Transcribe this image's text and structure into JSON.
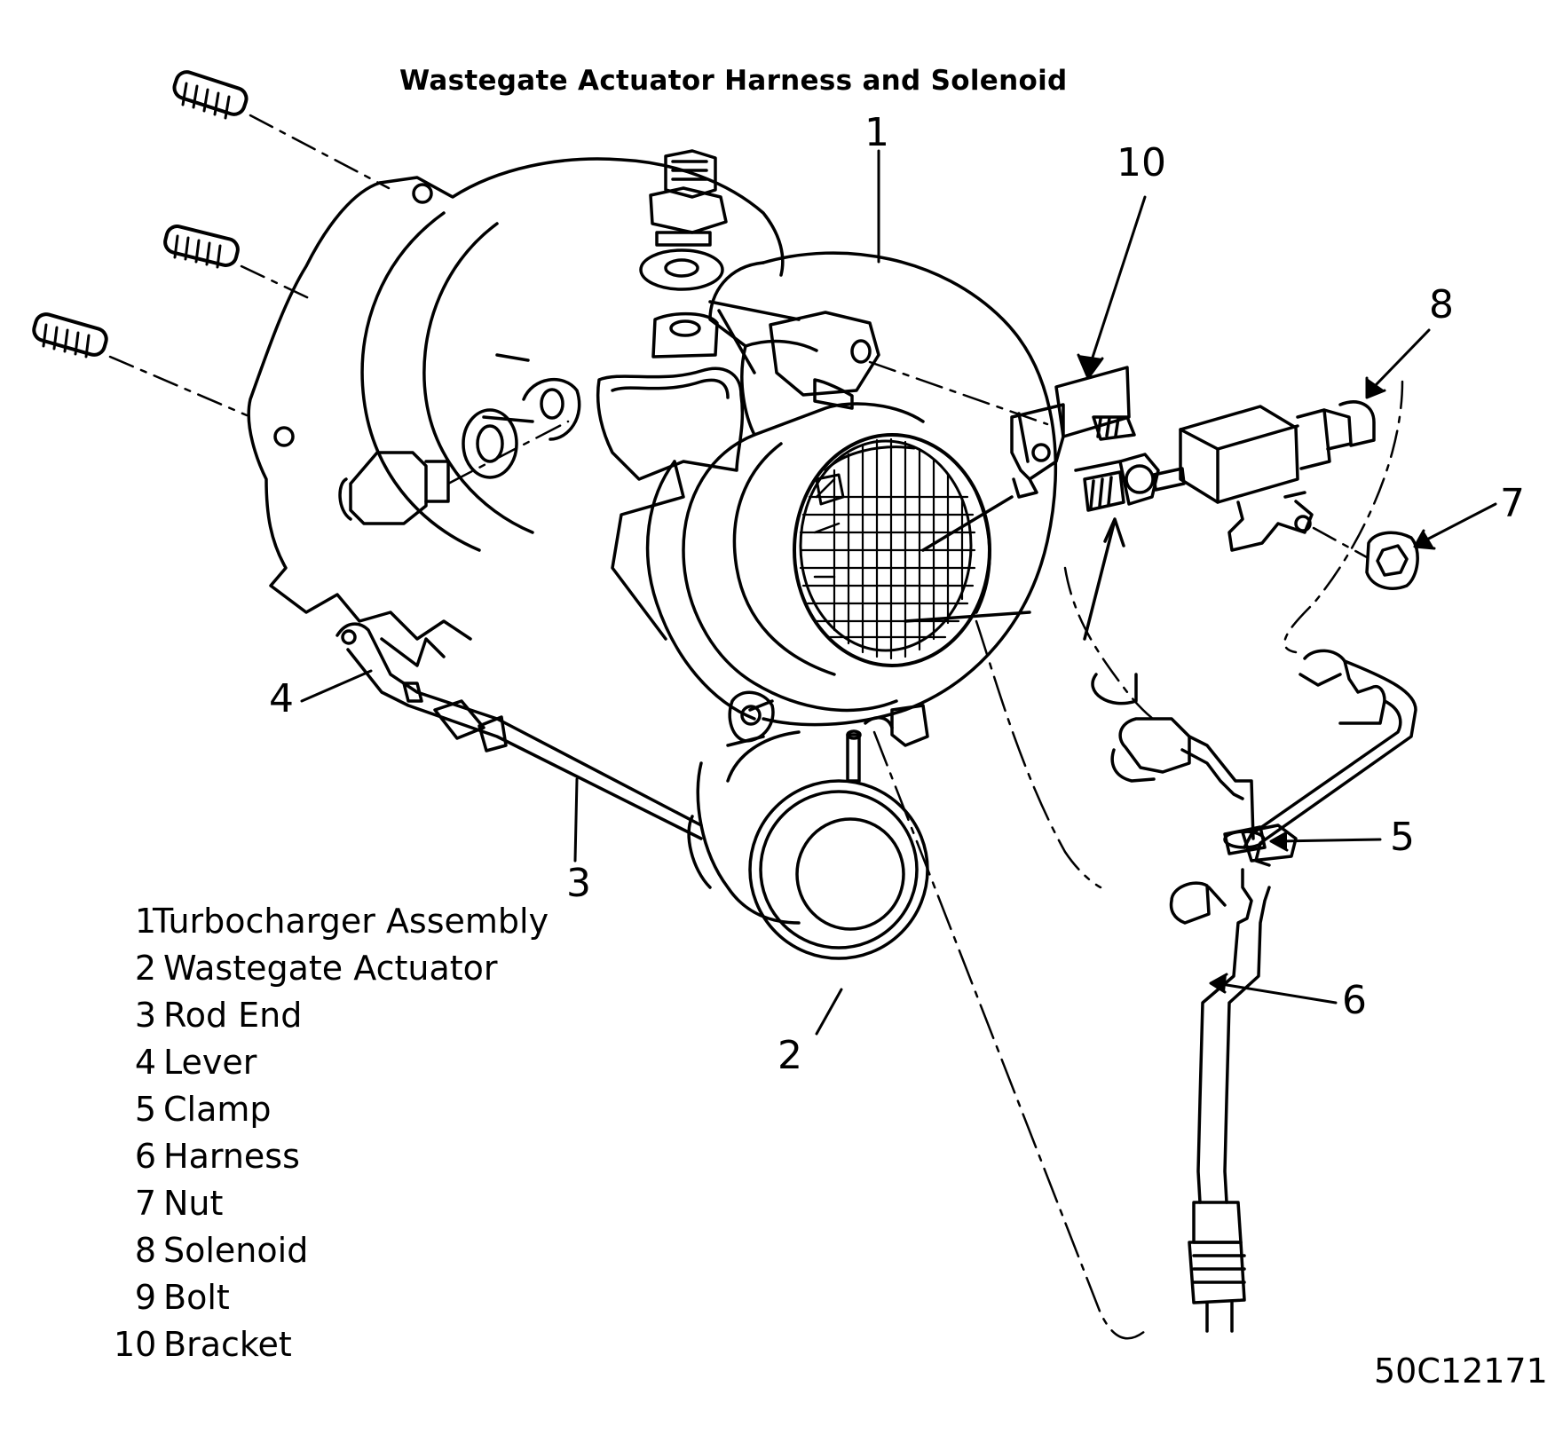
{
  "title": "Wastegate Actuator Harness and Solenoid",
  "figure_code": "50C12171",
  "callouts": [
    "1",
    "10",
    "8",
    "7",
    "5",
    "6",
    "2",
    "3",
    "4"
  ],
  "legend": [
    {
      "num": "1",
      "label": "Turbocharger Assembly"
    },
    {
      "num": "2",
      "label": "Wastegate Actuator"
    },
    {
      "num": "3",
      "label": "Rod End"
    },
    {
      "num": "4",
      "label": "Lever"
    },
    {
      "num": "5",
      "label": "Clamp"
    },
    {
      "num": "6",
      "label": "Harness"
    },
    {
      "num": "7",
      "label": "Nut"
    },
    {
      "num": "8",
      "label": "Solenoid"
    },
    {
      "num": "9",
      "label": "Bolt"
    },
    {
      "num": "10",
      "label": "Bracket"
    }
  ]
}
